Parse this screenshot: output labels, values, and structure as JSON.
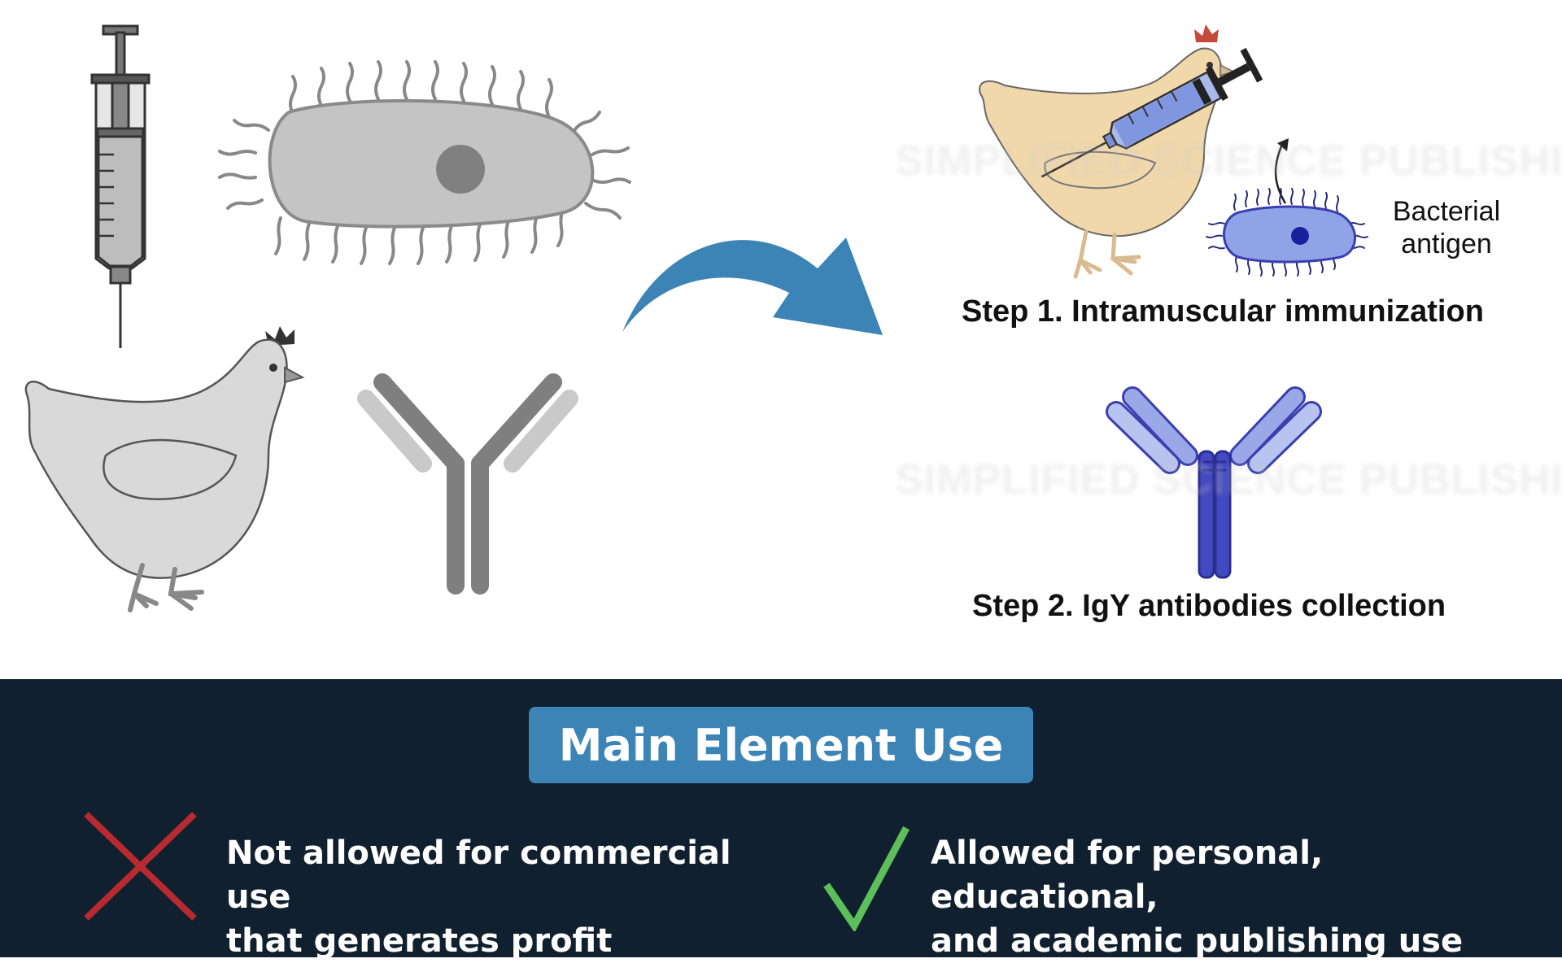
{
  "diagram": {
    "step1_label": "Step 1. Intramuscular immunization",
    "step2_label": "Step 2. IgY antibodies collection",
    "antigen_label_line1": "Bacterial",
    "antigen_label_line2": "antigen",
    "watermark": "SIMPLIFIED SCIENCE PUBLISHING"
  },
  "banner": {
    "title": "Main Element Use",
    "not_allowed_line1": "Not allowed for commercial use",
    "not_allowed_line2": "that generates profit",
    "allowed_line1": "Allowed for personal, educational,",
    "allowed_line2": "and academic publishing use"
  },
  "colors": {
    "banner_bg": "#10202f",
    "badge_bg": "#3d84b6",
    "cross": "#b82a2f",
    "check": "#5cbf5a",
    "arrow": "#3d84b6",
    "antibody_blue": "#3a3fae"
  },
  "icons": [
    "syringe-icon",
    "bacterium-icon",
    "chicken-icon",
    "antibody-icon",
    "curved-arrow-icon",
    "cross-icon",
    "check-icon"
  ]
}
